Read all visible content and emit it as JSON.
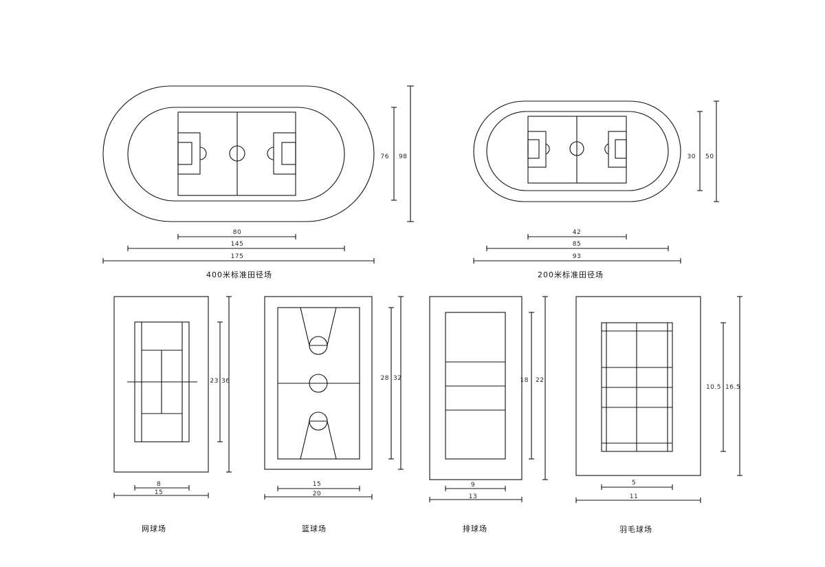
{
  "track400": {
    "caption": "400米标准田径场",
    "dim_h_inner": "76",
    "dim_h_outer": "98",
    "dim_w_field": "80",
    "dim_w_inner": "145",
    "dim_w_outer": "175"
  },
  "track200": {
    "caption": "200米标准田径场",
    "dim_h_inner": "30",
    "dim_h_outer": "50",
    "dim_w_field": "42",
    "dim_w_inner": "85",
    "dim_w_outer": "93"
  },
  "tennis": {
    "caption": "网球场",
    "dim_h_inner": "23",
    "dim_h_outer": "36",
    "dim_w_inner": "8",
    "dim_w_outer": "15"
  },
  "basketball": {
    "caption": "篮球场",
    "dim_h_inner": "28",
    "dim_h_outer": "32",
    "dim_w_inner": "15",
    "dim_w_outer": "20"
  },
  "volleyball": {
    "caption": "排球场",
    "dim_h_inner": "18",
    "dim_h_outer": "22",
    "dim_w_inner": "9",
    "dim_w_outer": "13"
  },
  "badminton": {
    "caption": "羽毛球场",
    "dim_h_inner": "10.5",
    "dim_h_outer": "16.5",
    "dim_w_inner": "5",
    "dim_w_outer": "11"
  }
}
